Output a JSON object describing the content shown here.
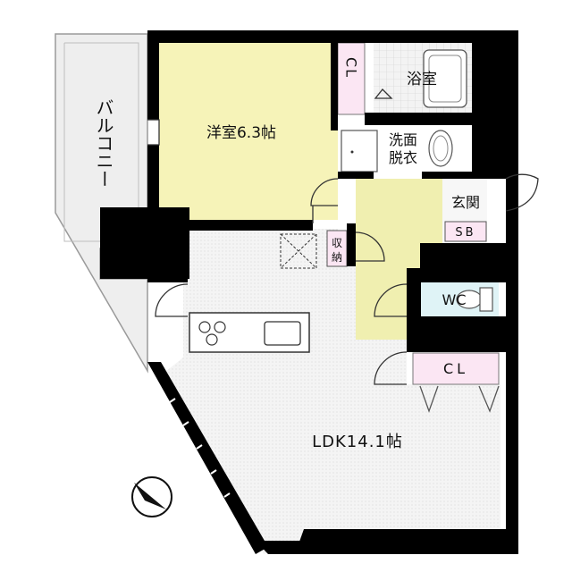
{
  "labels": {
    "balcony": "バルコニー",
    "western_room": "洋室6.3帖",
    "closet_top": "CL",
    "bathroom": "浴室",
    "washroom_line1": "洗面",
    "washroom_line2": "脱衣",
    "entrance": "玄関",
    "shoe_box": "SB",
    "storage_line1": "収",
    "storage_line2": "納",
    "toilet": "WC",
    "closet_bottom": "CL",
    "ldk": "LDK14.1帖"
  },
  "colors": {
    "western_room": "#f6f3b8",
    "hallway": "#f0efb0",
    "ldk_floor": "#f1f1f1",
    "balcony": "#eeeeee",
    "wall": "#000000",
    "toilet_room": "#dff3f6",
    "closet": "#fbe6f3",
    "bath_tile": "#e9e9e9"
  },
  "icons": {
    "compass": "north-arrow-icon"
  }
}
